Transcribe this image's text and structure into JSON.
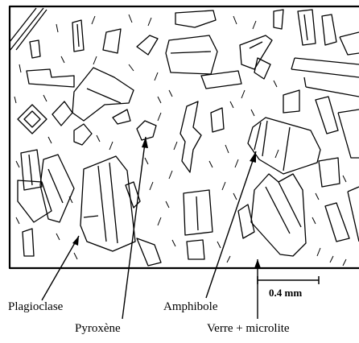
{
  "labels": {
    "plagioclase": "Plagioclase",
    "pyroxene": "Pyroxène",
    "amphibole": "Amphibole",
    "verre": "Verre + microlite",
    "scale": "0.4 mm"
  },
  "colors": {
    "ink": "#000000",
    "background": "#ffffff"
  }
}
